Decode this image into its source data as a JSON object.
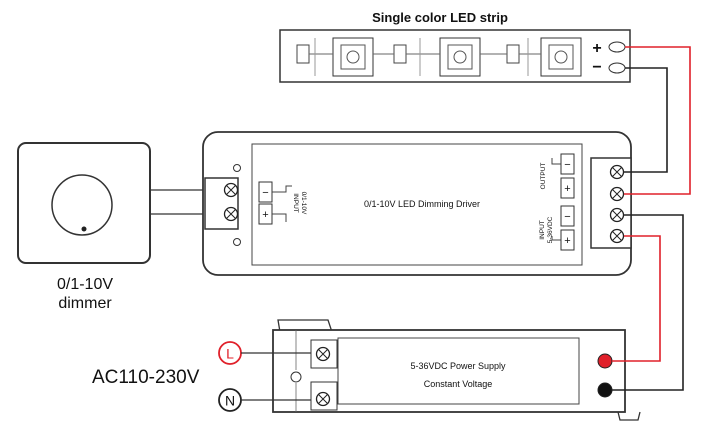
{
  "strip": {
    "title": "Single color LED strip",
    "plus": "+",
    "minus": "−"
  },
  "dimmer": {
    "line1": "0/1-10V",
    "line2": "dimmer"
  },
  "driver": {
    "title": "0/1-10V LED Dimming Driver",
    "input_label": "INPUT",
    "input_sub": "0/1-10V",
    "output_label": "OUTPUT",
    "power_input_label": "INPUT",
    "power_input_sub": "5-36VDC",
    "minus": "−",
    "plus": "+"
  },
  "power_supply": {
    "line1": "5-36VDC Power Supply",
    "line2": "Constant Voltage"
  },
  "mains": {
    "voltage": "AC110-230V",
    "live": "L",
    "neutral": "N"
  },
  "colors": {
    "positive_wire": "#e0202a",
    "negative_wire": "#222222",
    "outline": "#333333"
  }
}
